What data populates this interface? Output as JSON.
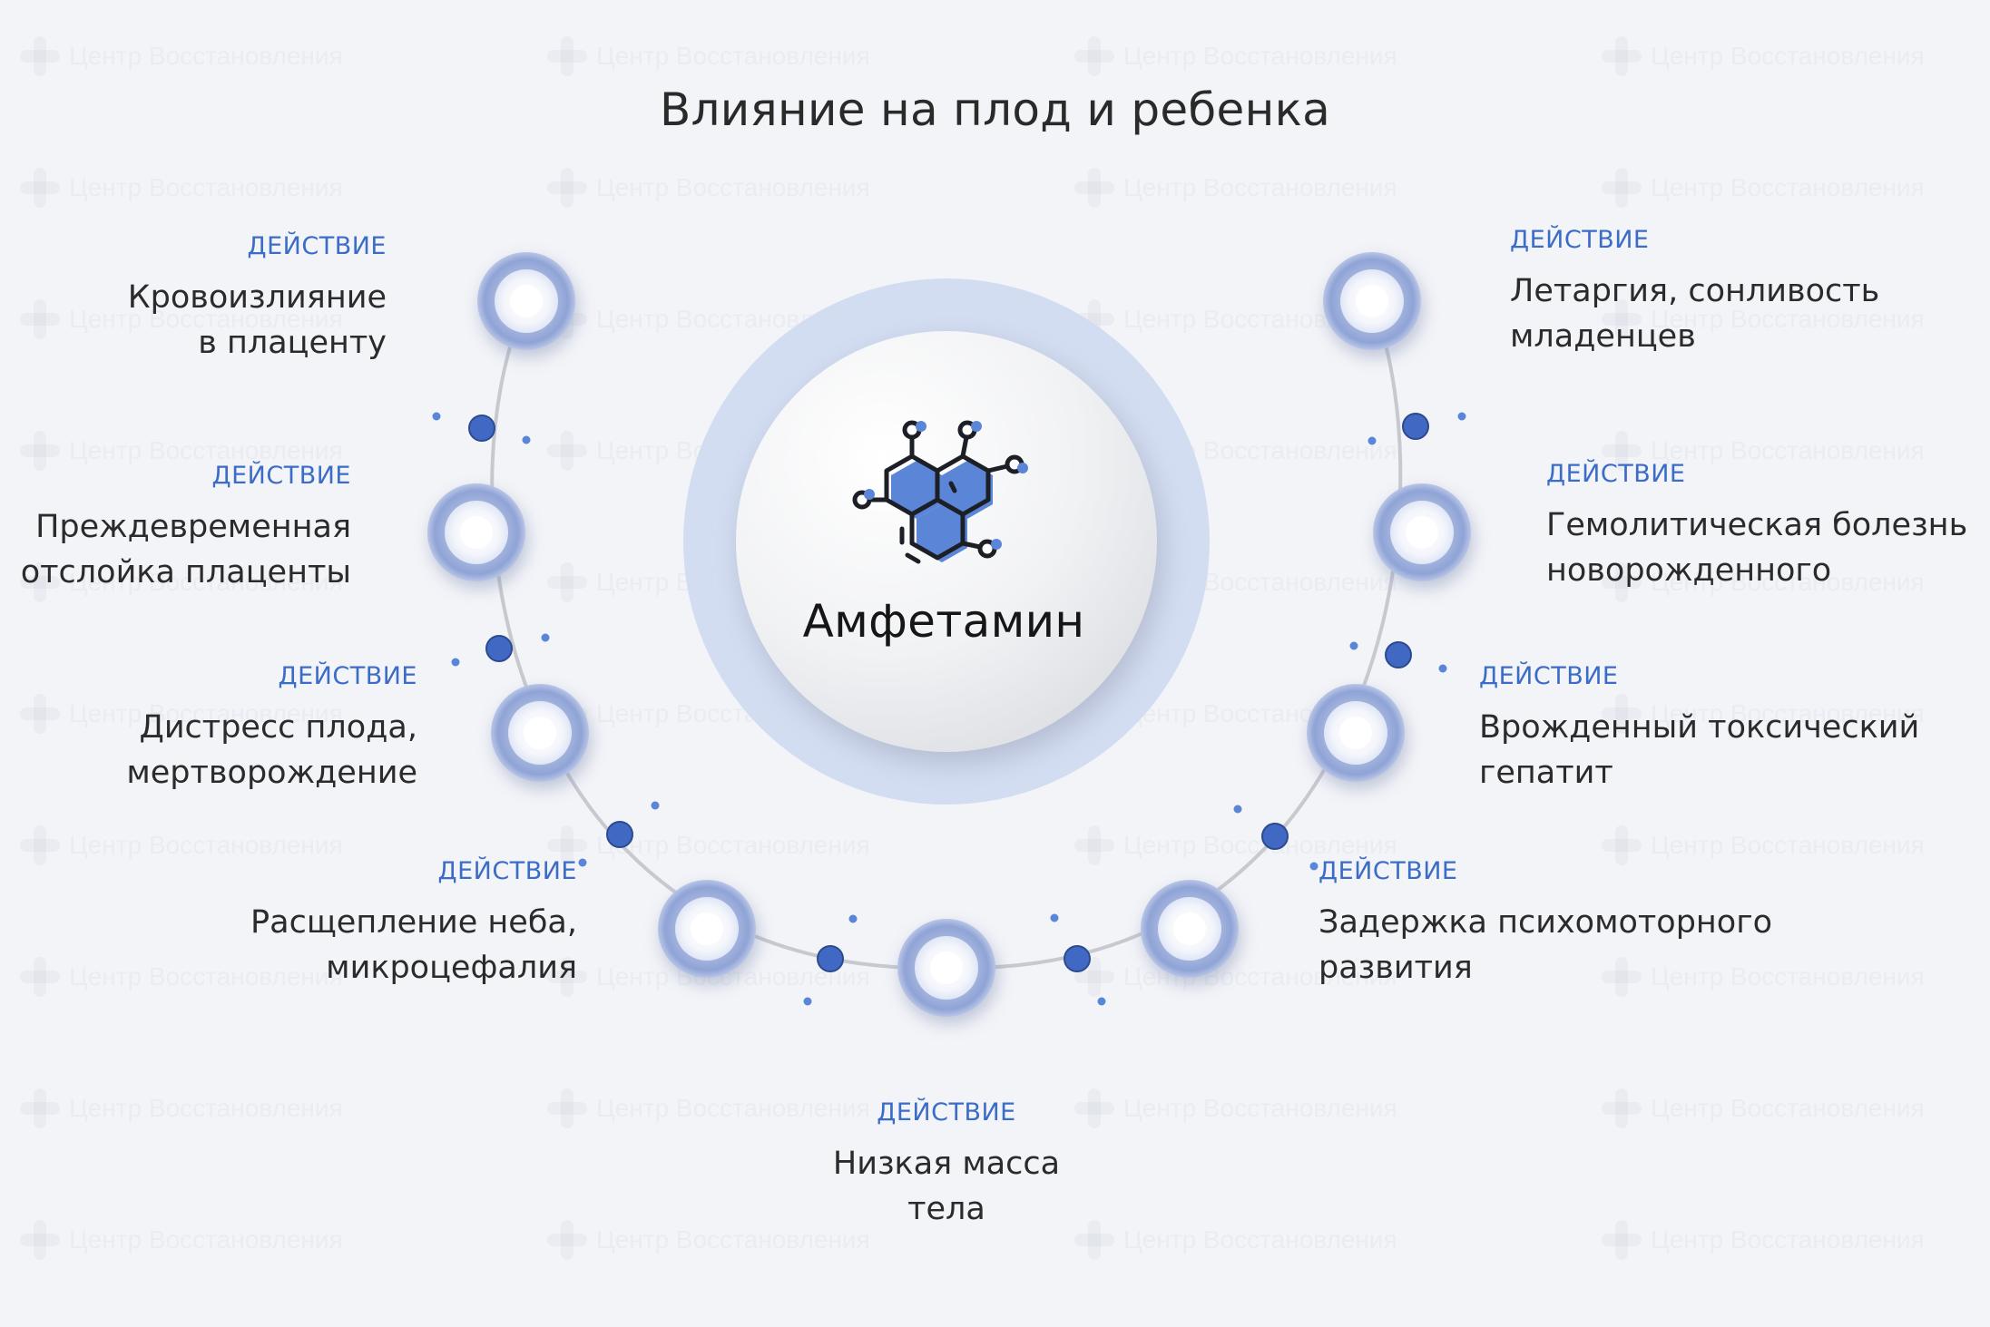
{
  "watermark_text": "Центр Восстановления",
  "title": "Влияние на плод и ребенка",
  "center": {
    "label": "Амфетамин",
    "icon": "molecule-icon"
  },
  "tag_label": "ДЕЙСТВИЕ",
  "colors": {
    "accent": "#3b6cc7",
    "dot": "#4169c3",
    "arc": "#c9cbd1",
    "halo": "#d3ddf2",
    "background": "#f3f4f8"
  },
  "effects": [
    {
      "id": "hemorrhage",
      "tag": "ДЕЙСТВИЕ",
      "text": "Кровоизлияние\nв плаценту"
    },
    {
      "id": "abruption",
      "tag": "ДЕЙСТВИЕ",
      "text": "Преждевременная\nотслойка плаценты"
    },
    {
      "id": "distress",
      "tag": "ДЕЙСТВИЕ",
      "text": "Дистресс плода,\nмертворождение"
    },
    {
      "id": "cleft",
      "tag": "ДЕЙСТВИЕ",
      "text": "Расщепление неба,\nмикроцефалия"
    },
    {
      "id": "low-weight",
      "tag": "ДЕЙСТВИЕ",
      "text": "Низкая масса\nтела"
    },
    {
      "id": "delay",
      "tag": "ДЕЙСТВИЕ",
      "text": "Задержка психомоторного\nразвития"
    },
    {
      "id": "hepatitis",
      "tag": "ДЕЙСТВИЕ",
      "text": "Врожденный токсический\nгепатит"
    },
    {
      "id": "hemolytic",
      "tag": "ДЕЙСТВИЕ",
      "text": "Гемолитическая болезнь\nноворожденного"
    },
    {
      "id": "lethargy",
      "tag": "ДЕЙСТВИЕ",
      "text": "Летаргия, сонливость\nмладенцев"
    }
  ]
}
